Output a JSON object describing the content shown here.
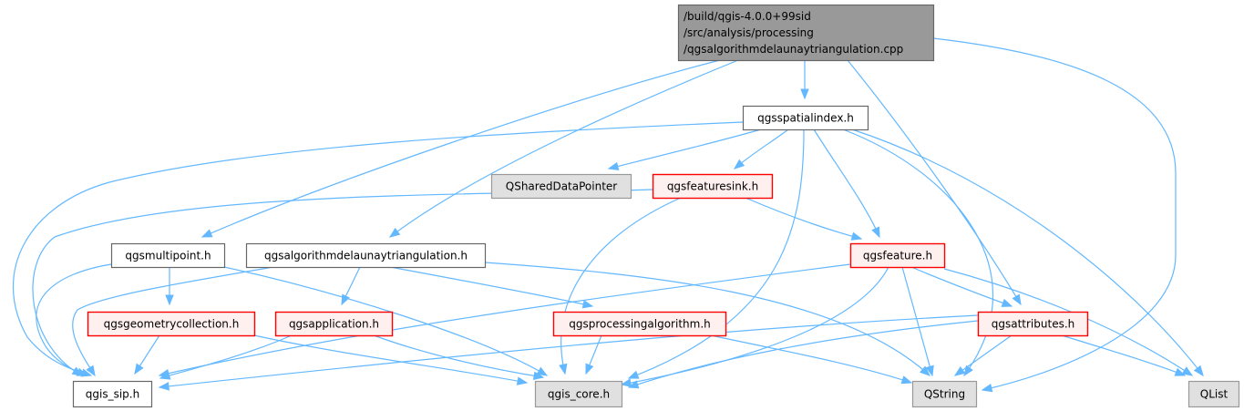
{
  "diagram": {
    "type": "include-dependency-graph",
    "colors": {
      "edge": "#63b8ff",
      "root_fill": "#999999",
      "root_stroke": "#666666",
      "plain_fill": "#ffffff",
      "plain_stroke": "#666666",
      "external_fill": "#e0e0e0",
      "external_stroke": "#999999",
      "red_fill": "#fff0f0",
      "red_stroke": "#ff0000"
    },
    "nodes": [
      {
        "id": "root",
        "style": "root",
        "lines": [
          "/build/qgis-4.0.0+99sid",
          "/src/analysis/processing",
          "/qgsalgorithmdelaunaytriangulation.cpp"
        ]
      },
      {
        "id": "spatialindex",
        "style": "plain",
        "lines": [
          "qgsspatialindex.h"
        ]
      },
      {
        "id": "shareddatapointer",
        "style": "external",
        "lines": [
          "QSharedDataPointer"
        ]
      },
      {
        "id": "featuresink",
        "style": "red",
        "lines": [
          "qgsfeaturesink.h"
        ]
      },
      {
        "id": "multipoint",
        "style": "plain",
        "lines": [
          "qgsmultipoint.h"
        ]
      },
      {
        "id": "delaunayh",
        "style": "plain",
        "lines": [
          "qgsalgorithmdelaunaytriangulation.h"
        ]
      },
      {
        "id": "feature",
        "style": "red",
        "lines": [
          "qgsfeature.h"
        ]
      },
      {
        "id": "geometrycollection",
        "style": "red",
        "lines": [
          "qgsgeometrycollection.h"
        ]
      },
      {
        "id": "application",
        "style": "red",
        "lines": [
          "qgsapplication.h"
        ]
      },
      {
        "id": "processingalgorithm",
        "style": "red",
        "lines": [
          "qgsprocessingalgorithm.h"
        ]
      },
      {
        "id": "attributes",
        "style": "red",
        "lines": [
          "qgsattributes.h"
        ]
      },
      {
        "id": "sip",
        "style": "plain",
        "lines": [
          "qgis_sip.h"
        ]
      },
      {
        "id": "core",
        "style": "external",
        "lines": [
          "qgis_core.h"
        ]
      },
      {
        "id": "qstring",
        "style": "external",
        "lines": [
          "QString"
        ]
      },
      {
        "id": "qlist",
        "style": "external",
        "lines": [
          "QList"
        ]
      }
    ],
    "edges": [
      {
        "from": "root",
        "to": "spatialindex"
      },
      {
        "from": "root",
        "to": "multipoint"
      },
      {
        "from": "root",
        "to": "delaunayh"
      },
      {
        "from": "root",
        "to": "attributes"
      },
      {
        "from": "root",
        "to": "qstring"
      },
      {
        "from": "spatialindex",
        "to": "shareddatapointer"
      },
      {
        "from": "spatialindex",
        "to": "featuresink"
      },
      {
        "from": "spatialindex",
        "to": "feature"
      },
      {
        "from": "spatialindex",
        "to": "sip"
      },
      {
        "from": "spatialindex",
        "to": "core"
      },
      {
        "from": "spatialindex",
        "to": "qstring"
      },
      {
        "from": "spatialindex",
        "to": "qlist"
      },
      {
        "from": "featuresink",
        "to": "feature"
      },
      {
        "from": "featuresink",
        "to": "sip"
      },
      {
        "from": "featuresink",
        "to": "core"
      },
      {
        "from": "multipoint",
        "to": "geometrycollection"
      },
      {
        "from": "multipoint",
        "to": "sip"
      },
      {
        "from": "multipoint",
        "to": "core"
      },
      {
        "from": "delaunayh",
        "to": "application"
      },
      {
        "from": "delaunayh",
        "to": "processingalgorithm"
      },
      {
        "from": "delaunayh",
        "to": "sip"
      },
      {
        "from": "delaunayh",
        "to": "qstring"
      },
      {
        "from": "feature",
        "to": "attributes"
      },
      {
        "from": "feature",
        "to": "sip"
      },
      {
        "from": "feature",
        "to": "core"
      },
      {
        "from": "feature",
        "to": "qstring"
      },
      {
        "from": "feature",
        "to": "qlist"
      },
      {
        "from": "geometrycollection",
        "to": "sip"
      },
      {
        "from": "geometrycollection",
        "to": "core"
      },
      {
        "from": "application",
        "to": "sip"
      },
      {
        "from": "application",
        "to": "core"
      },
      {
        "from": "processingalgorithm",
        "to": "core"
      },
      {
        "from": "processingalgorithm",
        "to": "qstring"
      },
      {
        "from": "attributes",
        "to": "sip"
      },
      {
        "from": "attributes",
        "to": "core"
      },
      {
        "from": "attributes",
        "to": "qstring"
      },
      {
        "from": "attributes",
        "to": "qlist"
      }
    ]
  }
}
